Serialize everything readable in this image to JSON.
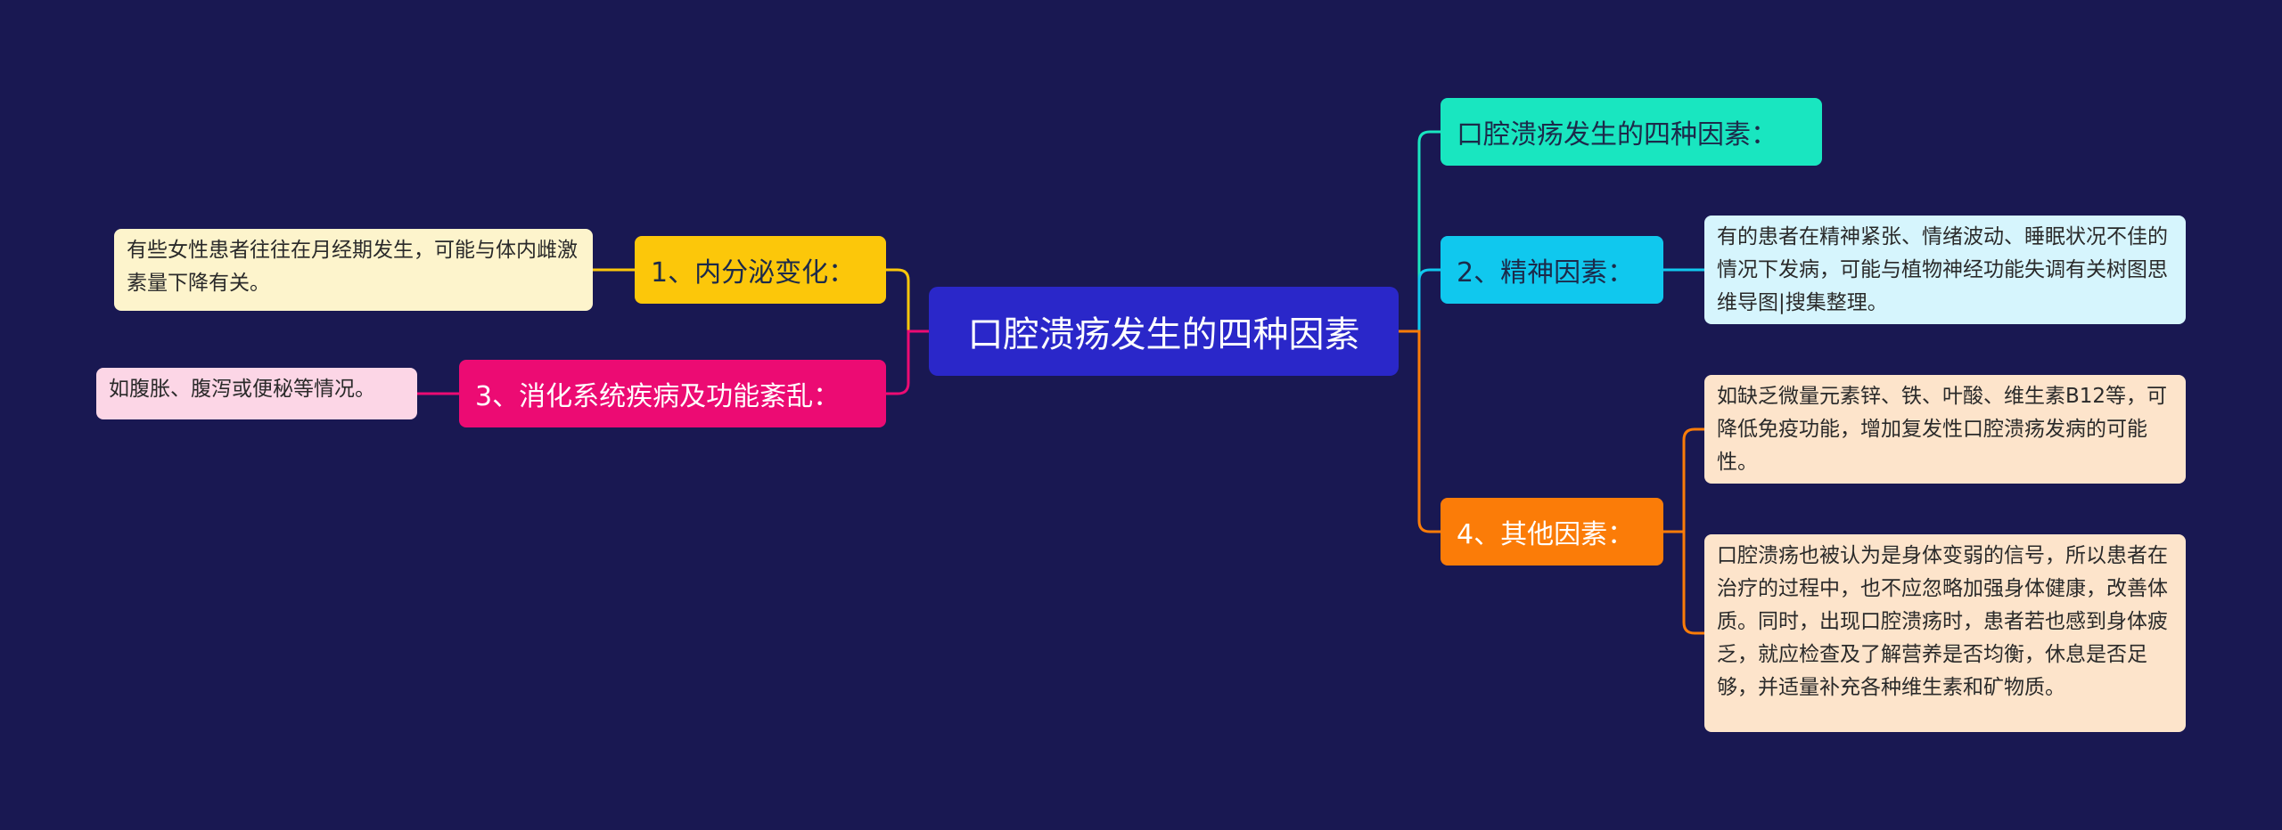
{
  "root": {
    "label": "口腔溃疡发生的四种因素",
    "color": "#2a27c9"
  },
  "right_branches": [
    {
      "label": "口腔溃疡发生的四种因素：",
      "color": "#19e6c0",
      "text_color": "#1c2a4a"
    },
    {
      "label": "2、精神因素：",
      "color": "#10c8ee",
      "text_color": "#1c2a4a",
      "note": "有的患者在精神紧张、情绪波动、睡眠状况不佳的情况下发病，可能与植物神经功能失调有关树图思维导图|搜集整理。",
      "note_color": "#d6f5fd"
    },
    {
      "label": "4、其他因素：",
      "color": "#fb7c08",
      "text_color": "#ffffff",
      "notes": [
        "如缺乏微量元素锌、铁、叶酸、维生素B12等，可降低免疫功能，增加复发性口腔溃疡发病的可能性。",
        "口腔溃疡也被认为是身体变弱的信号，所以患者在治疗的过程中，也不应忽略加强身体健康，改善体质。同时，出现口腔溃疡时，患者若也感到身体疲乏，就应检查及了解营养是否均衡，休息是否足够，并适量补充各种维生素和矿物质。"
      ],
      "note_color": "#fde4cb"
    }
  ],
  "left_branches": [
    {
      "label": "1、内分泌变化：",
      "color": "#fcc70a",
      "text_color": "#1c2a4a",
      "note": "有些女性患者往往在月经期发生，可能与体内雌激素量下降有关。",
      "note_color": "#fdf4cc"
    },
    {
      "label": "3、消化系统疾病及功能紊乱：",
      "color": "#ec0b73",
      "text_color": "#ffffff",
      "note": "如腹胀、腹泻或便秘等情况。",
      "note_color": "#fcd6e6"
    }
  ]
}
